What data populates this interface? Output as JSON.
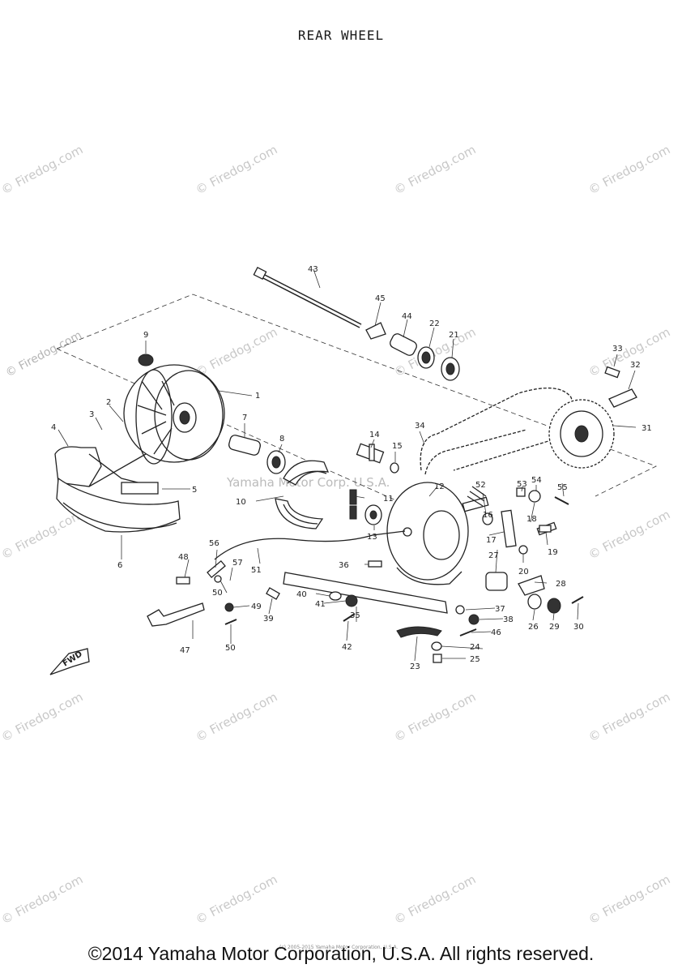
{
  "title": "REAR  WHEEL",
  "footer": "©2014 Yamaha Motor Corporation, U.S.A. All rights reserved.",
  "small_copyright": "(c) 2005-2015 Yamaha Motor Corporation, U.S.A.",
  "center_watermark": "Yamaha Motor Corp. U.S.A.",
  "watermark_text": "© Firedog.com",
  "direction_label": "FWD",
  "callouts": [
    "1",
    "2",
    "3",
    "4",
    "5",
    "6",
    "7",
    "8",
    "9",
    "10",
    "11",
    "12",
    "13",
    "14",
    "15",
    "16",
    "17",
    "18",
    "19",
    "20",
    "21",
    "22",
    "23",
    "24",
    "25",
    "26",
    "27",
    "28",
    "29",
    "30",
    "31",
    "32",
    "33",
    "34",
    "35",
    "36",
    "37",
    "38",
    "39",
    "40",
    "41",
    "42",
    "43",
    "44",
    "45",
    "46",
    "47",
    "48",
    "49",
    "50",
    "51",
    "52",
    "53",
    "54",
    "55",
    "56",
    "57"
  ]
}
